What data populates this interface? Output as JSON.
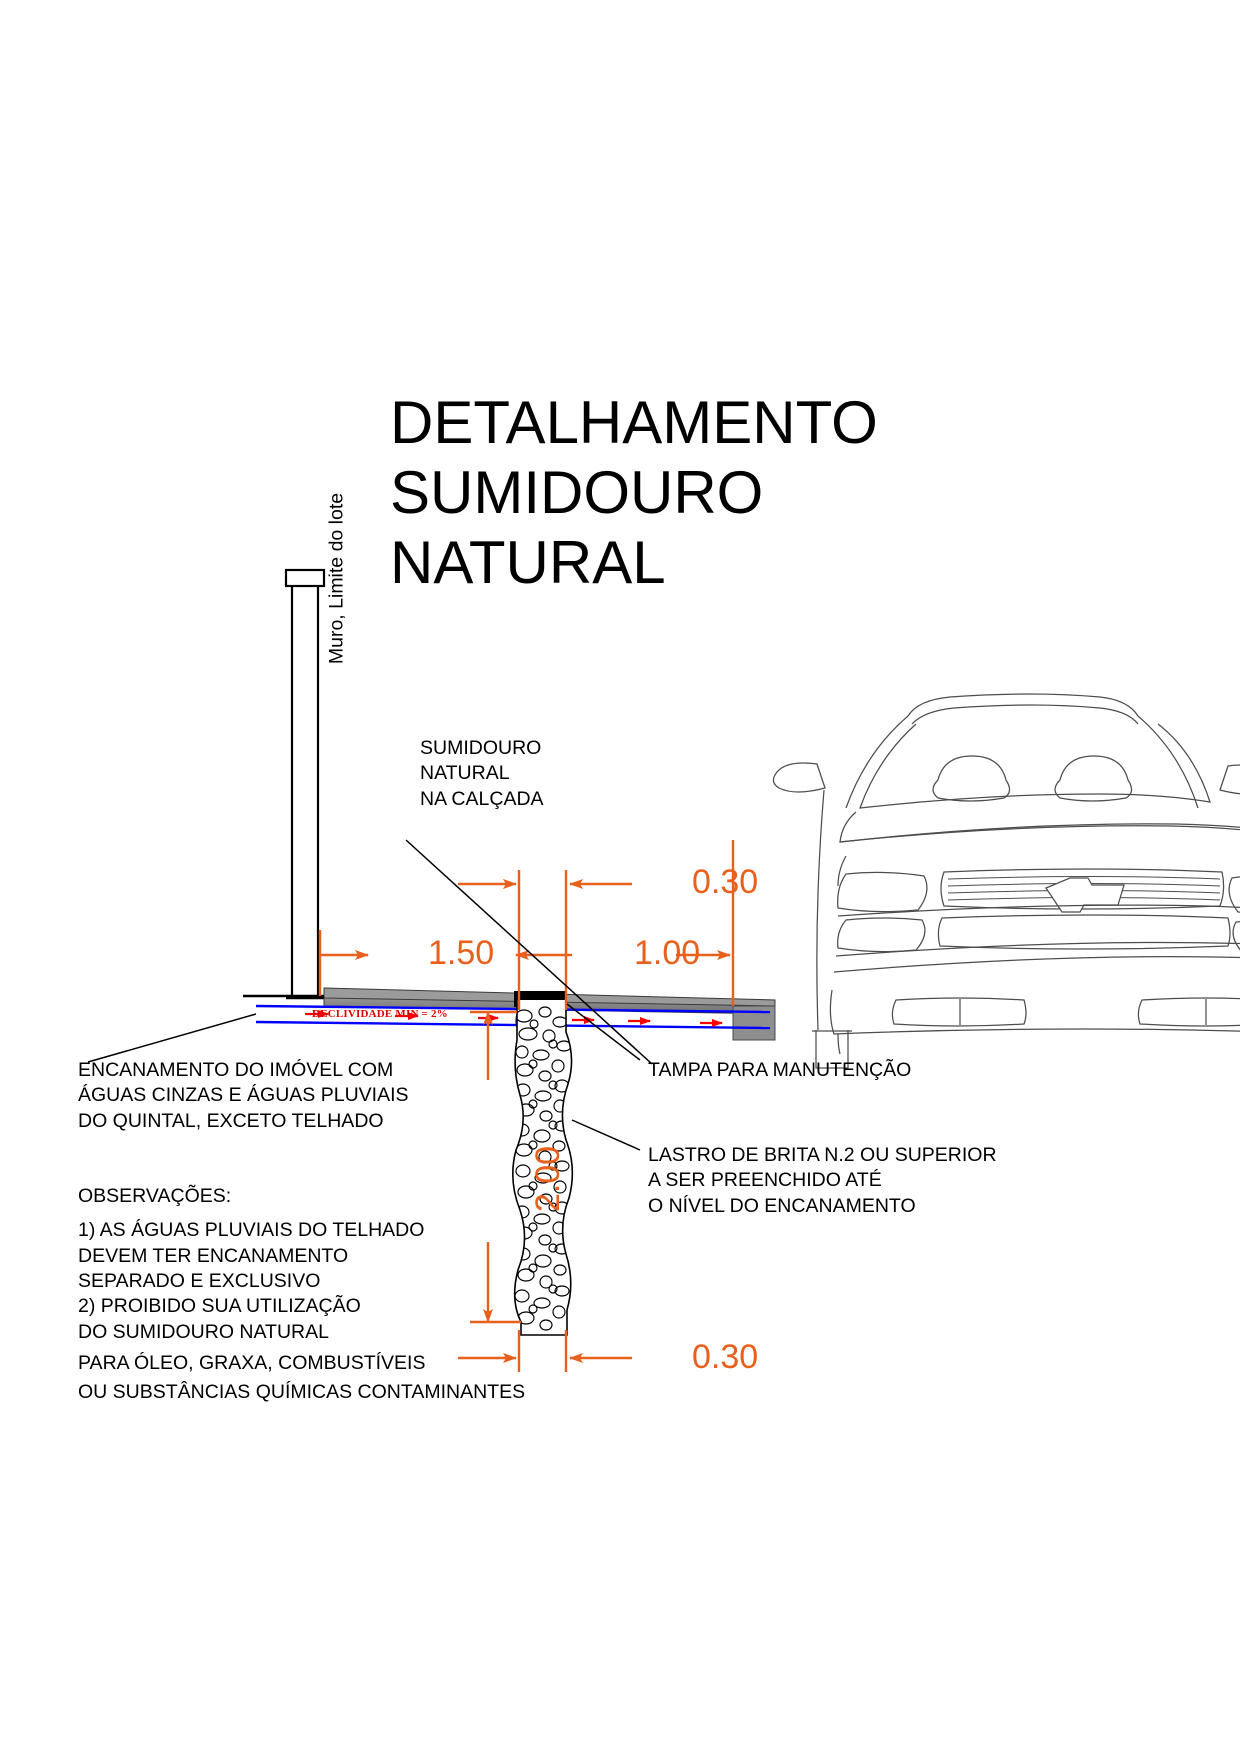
{
  "drawing": {
    "title_lines": [
      "DETALHAMENTO",
      "SUMIDOURO",
      "NATURAL"
    ],
    "wall_label": "Muro, Limite do lote",
    "callouts": {
      "sump_label_lines": [
        "SUMIDOURO",
        "NATURAL",
        "NA CALÇADA"
      ],
      "cover_label": "TAMPA PARA MANUTENÇÃO",
      "gravel_label_lines": [
        "LASTRO DE BRITA N.2 OU SUPERIOR",
        "A SER PREENCHIDO ATÉ",
        " O NÍVEL DO ENCANAMENTO"
      ],
      "pipe_label_lines": [
        "ENCANAMENTO DO IMÓVEL COM",
        "ÁGUAS CINZAS E ÁGUAS PLUVIAIS",
        "DO QUINTAL, EXCETO TELHADO"
      ]
    },
    "slope_note": "DECLIVIDADE MIN = 2%",
    "dimensions": {
      "top_offset": "0.30",
      "sidewalk_inner": "1.50",
      "sidewalk_outer": "1.00",
      "depth": "2.00",
      "width_bottom": "0.30"
    },
    "notes": {
      "heading": "OBSERVAÇÕES:",
      "items": [
        "1) AS ÁGUAS PLUVIAIS DO TELHADO",
        "DEVEM TER ENCANAMENTO",
        "SEPARADO E EXCLUSIVO",
        "2) PROIBIDO SUA UTILIZAÇÃO",
        "DO SUMIDOURO NATURAL",
        "PARA ÓLEO, GRAXA, COMBUSTÍVEIS",
        "OU SUBSTÂNCIAS QUÍMICAS CONTAMINANTES"
      ]
    },
    "colors": {
      "dimension": "#E8601C",
      "pipe": "#0000FF",
      "flow_arrow": "#FF0000",
      "slab": "#808080",
      "outline": "#000000"
    },
    "vehicle": "car-front-elevation"
  }
}
